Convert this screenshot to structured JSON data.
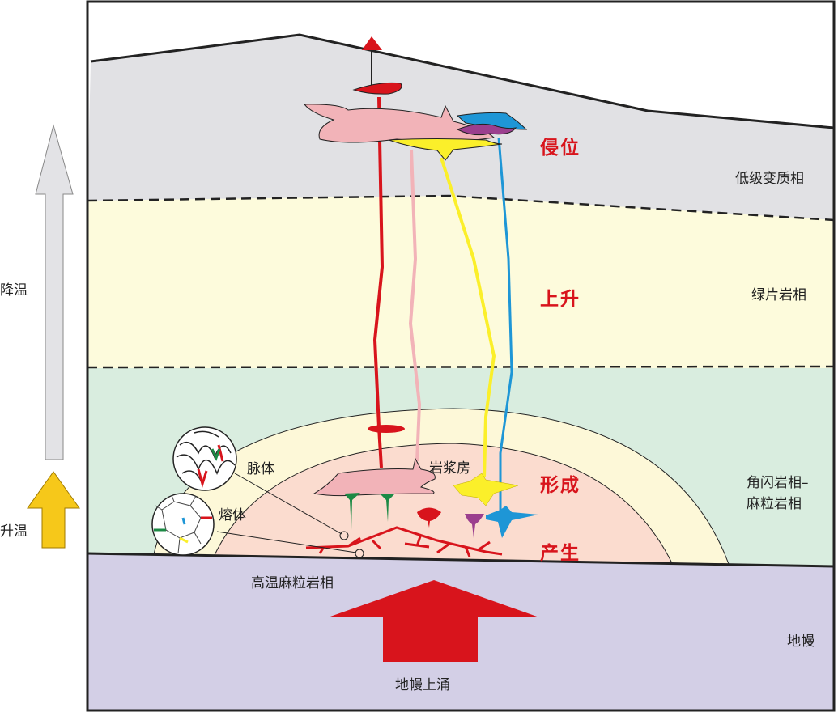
{
  "temperature": {
    "cooling": "降温",
    "heating": "升温"
  },
  "facies": {
    "low_grade": "低级变质相",
    "greenschist": "绿片岩相",
    "amphibolite_1": "角闪岩相–",
    "amphibolite_2": "麻粒岩相",
    "mantle": "地幔",
    "high_temp_granulite": "高温麻粒岩相"
  },
  "stages": {
    "emplacement": "侵位",
    "ascent": "上升",
    "formation": "形成",
    "generation": "产生"
  },
  "features": {
    "vein": "脉体",
    "melt": "熔体",
    "magma_chamber": "岩浆房",
    "mantle_upwelling": "地幔上涌"
  },
  "colors": {
    "red": "#d8141c",
    "pink": "#f2b3b8",
    "yellow": "#fbef2a",
    "blue": "#1e96d6",
    "purple": "#9b3f8e",
    "green": "#1c8a45"
  }
}
